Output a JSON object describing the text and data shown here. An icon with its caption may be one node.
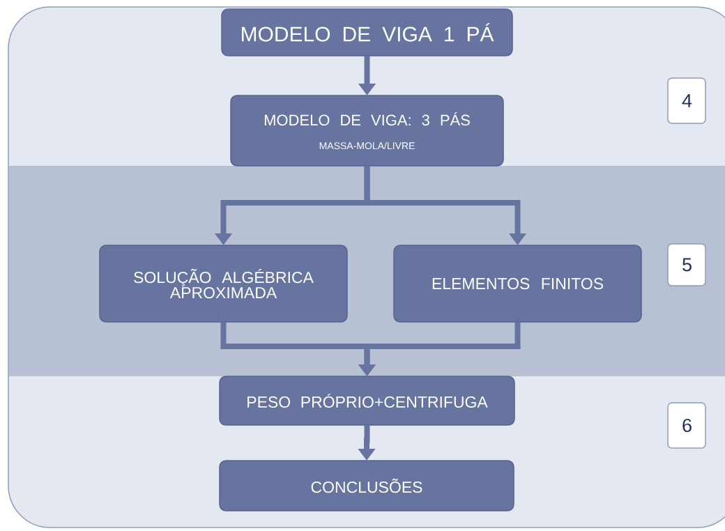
{
  "diagram": {
    "nodes": [
      {
        "text": [
          "MODELO DE VIGA 1 PÁ"
        ]
      },
      {
        "text": [
          "MODELO DE VIGA: 3 PÁS",
          "MASSA-MOLA/LIVRE"
        ]
      },
      {
        "text": [
          "SOLUÇÃO ALGÉBRICA APROXIMADA"
        ]
      },
      {
        "text": [
          "ELEMENTOS FINITOS"
        ]
      },
      {
        "text": [
          "PESO PRÓPRIO+CENTRIFUGA"
        ]
      },
      {
        "text": [
          "CONCLUSÕES"
        ]
      },
      {
        "text": [
          "4"
        ]
      },
      {
        "text": [
          "5"
        ]
      },
      {
        "text": [
          "6"
        ]
      }
    ],
    "edges": [
      {
        "from": 0,
        "to": 1,
        "arrow": "to"
      },
      {
        "from": 1,
        "to": 2,
        "arrow": "to"
      },
      {
        "from": 1,
        "to": 3,
        "arrow": "to"
      },
      {
        "from": 2,
        "to": 4,
        "arrow": "to"
      },
      {
        "from": 3,
        "to": 4,
        "arrow": "to"
      },
      {
        "from": 4,
        "to": 5,
        "arrow": "to"
      }
    ]
  }
}
